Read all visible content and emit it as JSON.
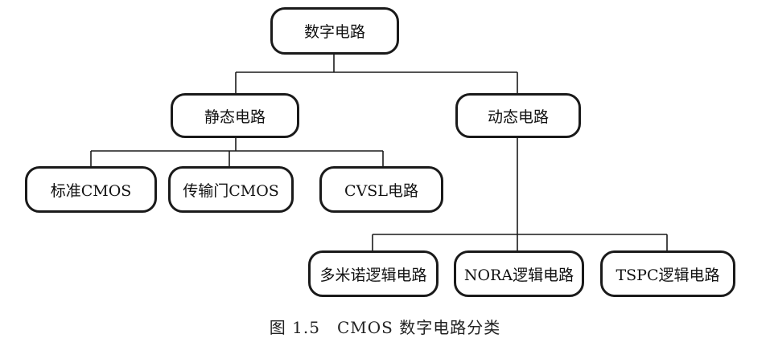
{
  "colors": {
    "line": "#1a1a1a",
    "text": "#111111",
    "background": "#ffffff"
  },
  "nodes": {
    "root": "数字电路",
    "static": "静态电路",
    "dynamic": "动态电路",
    "standard_cmos": "标准CMOS",
    "transmission_gate_cmos": "传输门CMOS",
    "cvsl": "CVSL电路",
    "domino": "多米诺逻辑电路",
    "nora": "NORA逻辑电路",
    "tspc": "TSPC逻辑电路"
  },
  "caption": "图 1.5　CMOS 数字电路分类"
}
